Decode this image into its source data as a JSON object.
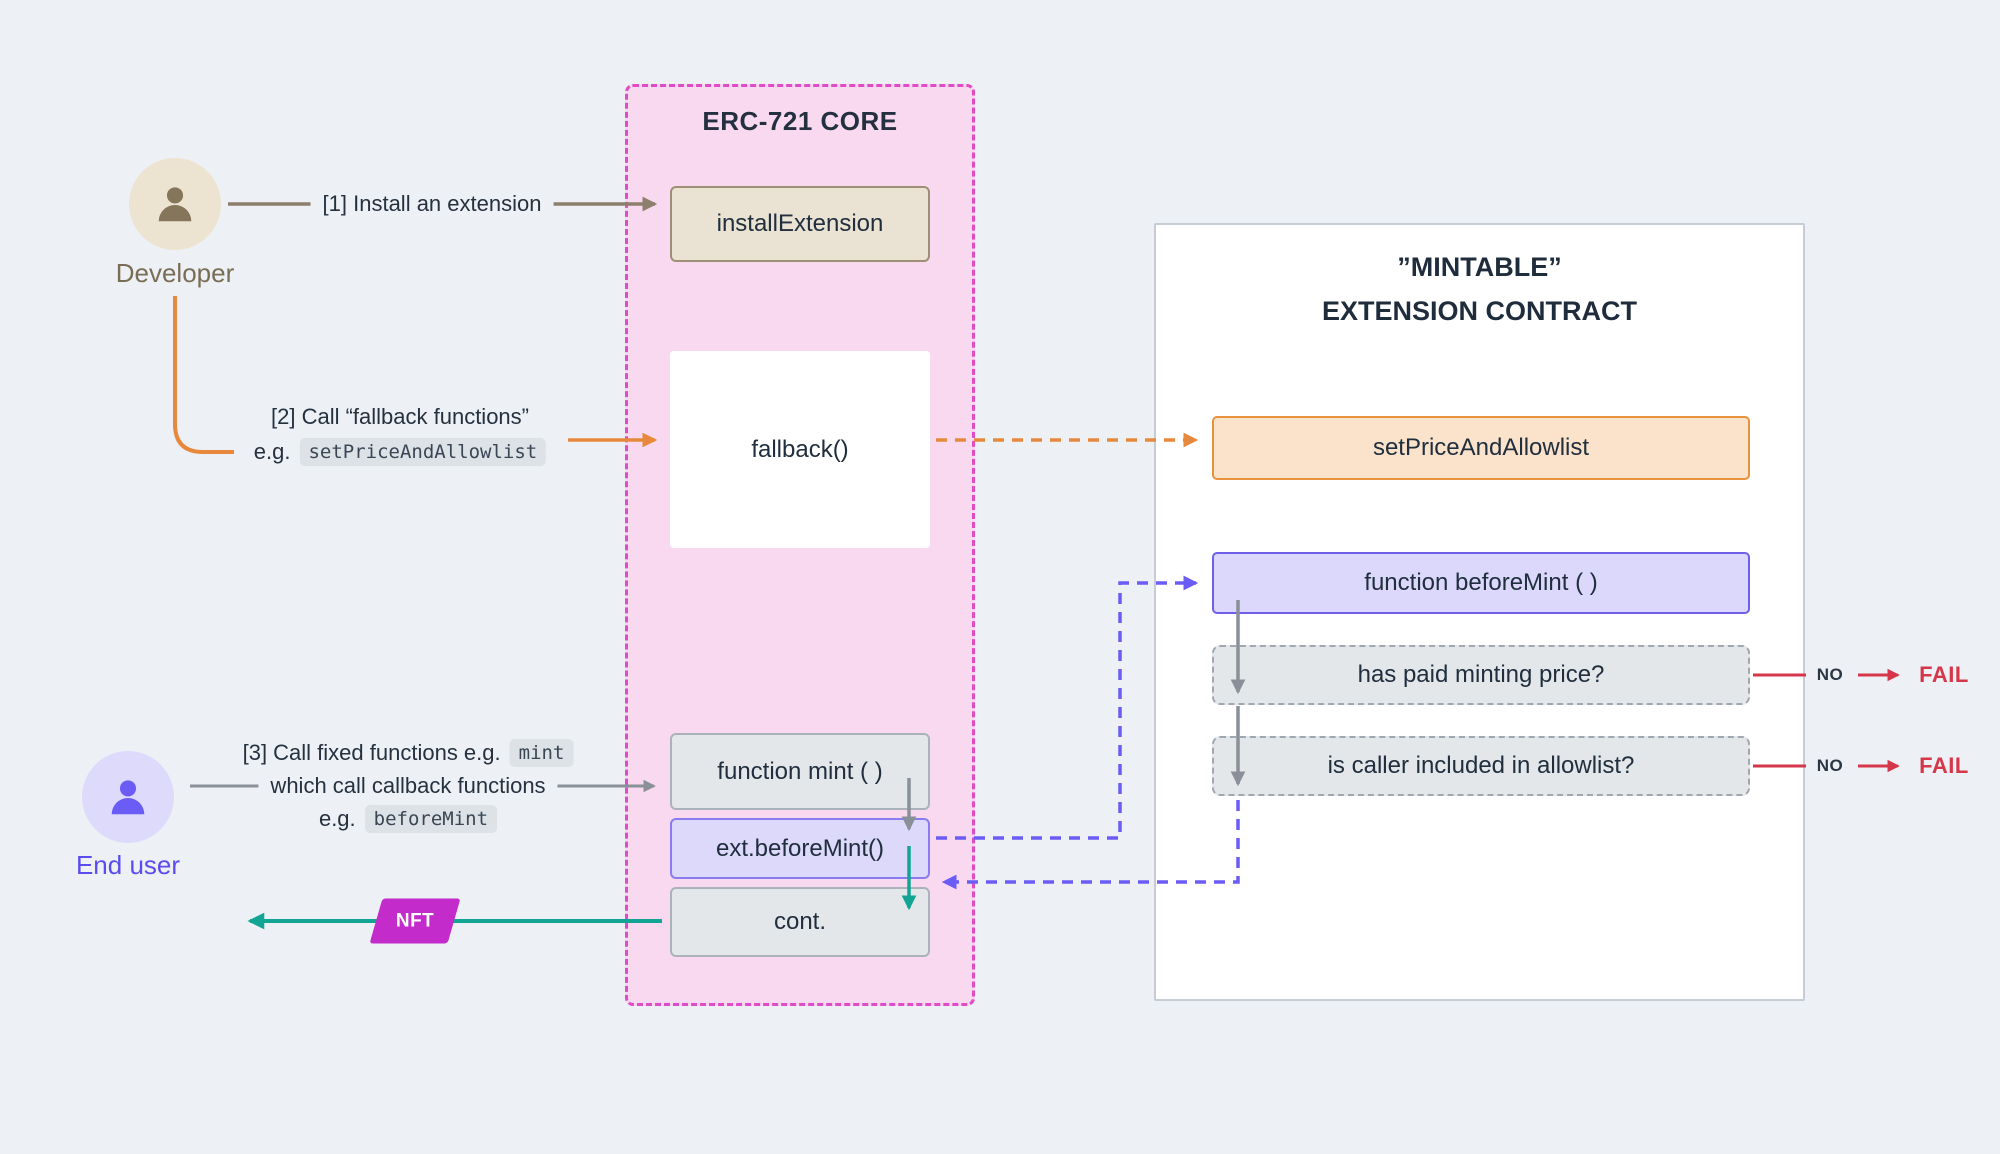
{
  "diagram": {
    "core": {
      "title": "ERC-721 CORE",
      "install_label": "installExtension",
      "fallback_label": "fallback()",
      "mint_label": "function mint ( )",
      "ext_before_mint_label": "ext.beforeMint()",
      "cont_label": "cont."
    },
    "extension": {
      "title_line1": "”MINTABLE”",
      "title_line2": "EXTENSION CONTRACT",
      "set_price_label": "setPriceAndAllowlist",
      "before_mint_label": "function beforeMint ( )",
      "check_price_label": "has paid minting price?",
      "check_allowlist_label": "is caller included in allowlist?"
    },
    "outcomes": {
      "no": "NO",
      "fail": "FAIL"
    },
    "actors": {
      "developer": "Developer",
      "end_user": "End user"
    },
    "steps": {
      "step1": "[1] Install an extension",
      "step2_line1": "[2] Call “fallback functions”",
      "step2_eg": "e.g.",
      "step2_code": "setPriceAndAllowlist",
      "step3_line1": "[3] Call fixed functions e.g.",
      "step3_code1": "mint",
      "step3_line2": "which call callback functions",
      "step3_eg": "e.g.",
      "step3_code2": "beforeMint"
    },
    "nft_label": "NFT",
    "colors": {
      "background": "#edf1f5",
      "core_bg": "#f8d9ef",
      "core_border": "#df4cc5",
      "install_bg": "#eae2d2",
      "orange": "#e8883c",
      "purple": "#6b5cf6",
      "teal": "#12a594",
      "red": "#d63649",
      "gray": "#8a9098",
      "nft": "#c32ccb"
    }
  }
}
